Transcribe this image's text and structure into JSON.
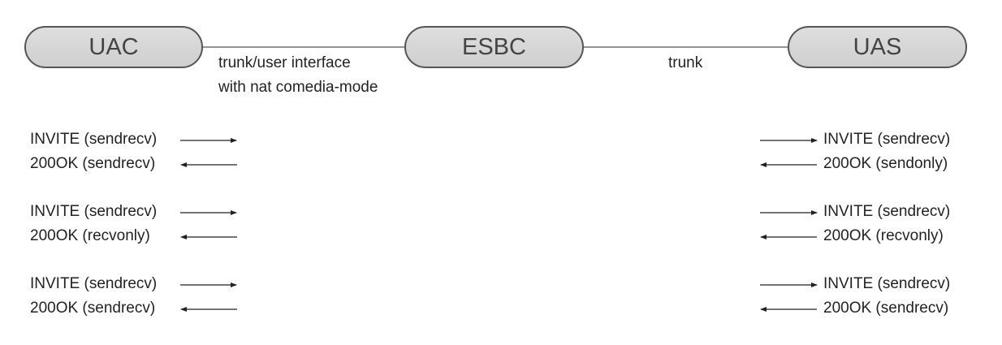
{
  "nodes": {
    "uac": "UAC",
    "esbc": "ESBC",
    "uas": "UAS"
  },
  "links": {
    "uac_esbc_line1": "trunk/user interface",
    "uac_esbc_line2": "with nat comedia-mode",
    "esbc_uas": "trunk"
  },
  "left_messages": [
    {
      "text": "INVITE (sendrecv)",
      "direction": "right"
    },
    {
      "text": "200OK (sendrecv)",
      "direction": "left"
    },
    {
      "text": "INVITE (sendrecv)",
      "direction": "right"
    },
    {
      "text": "200OK  (recvonly)",
      "direction": "left"
    },
    {
      "text": "INVITE (sendrecv)",
      "direction": "right"
    },
    {
      "text": "200OK (sendrecv)",
      "direction": "left"
    }
  ],
  "right_messages": [
    {
      "text": "INVITE (sendrecv)",
      "direction": "right"
    },
    {
      "text": "200OK (sendonly)",
      "direction": "left"
    },
    {
      "text": "INVITE (sendrecv)",
      "direction": "right"
    },
    {
      "text": "200OK (recvonly)",
      "direction": "left"
    },
    {
      "text": "INVITE (sendrecv)",
      "direction": "right"
    },
    {
      "text": "200OK (sendrecv)",
      "direction": "left"
    }
  ]
}
